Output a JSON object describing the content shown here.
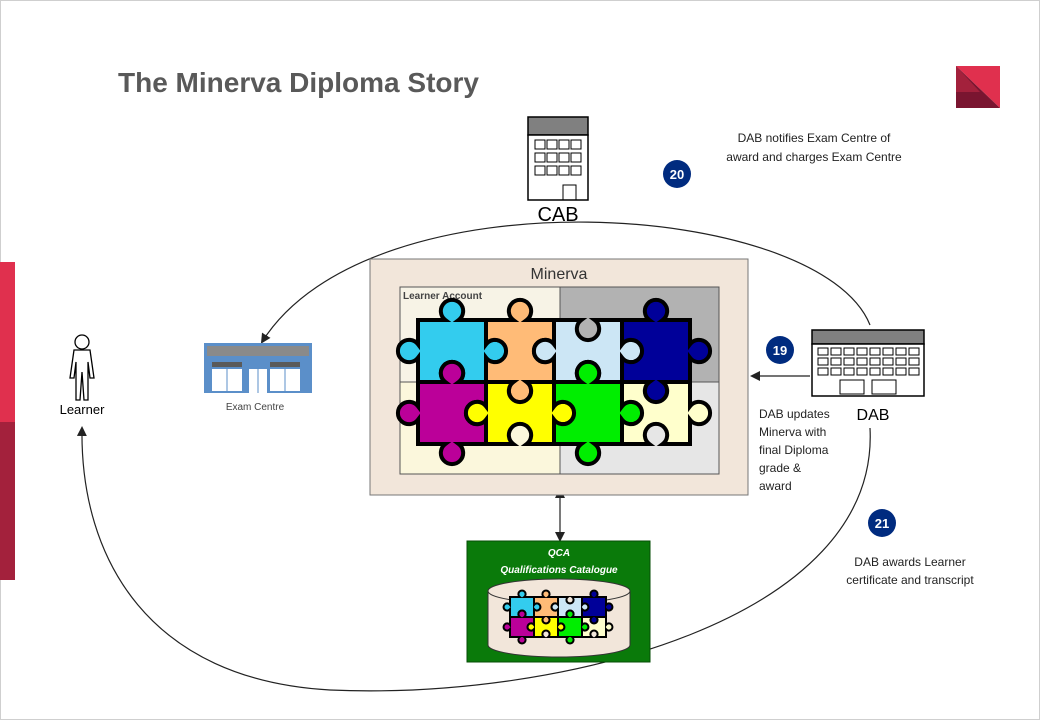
{
  "slide": {
    "title": "The Minerva Diploma Story",
    "accent_colors": [
      "#e0304e",
      "#a3213c",
      "#7a1530"
    ]
  },
  "actors": {
    "cab": {
      "label": "CAB"
    },
    "dab": {
      "label": "DAB"
    },
    "learner": {
      "label": "Learner"
    },
    "exam_centre": {
      "label": "Exam Centre"
    }
  },
  "minerva": {
    "title": "Minerva",
    "learner_account": "Learner Account"
  },
  "qca": {
    "line1": "QCA",
    "line2": "Qualifications Catalogue",
    "box_color": "#0a7a0a"
  },
  "steps": [
    {
      "number": "19",
      "lines": [
        "DAB updates",
        "Minerva with",
        "final Diploma",
        "grade &",
        "award"
      ]
    },
    {
      "number": "20",
      "lines": [
        "DAB notifies Exam Centre of",
        "award and charges Exam Centre"
      ]
    },
    {
      "number": "21",
      "lines": [
        "DAB awards Learner",
        "certificate and transcript"
      ]
    }
  ],
  "puzzle_colors": {
    "cyan": "#33ccee",
    "orange": "#ffbb77",
    "light_blue": "#cce6f5",
    "navy": "#000099",
    "magenta": "#bb0099",
    "yellow": "#ffff00",
    "green": "#00ee00",
    "cream": "#ffffcc"
  },
  "badge_color": "#002b7f"
}
